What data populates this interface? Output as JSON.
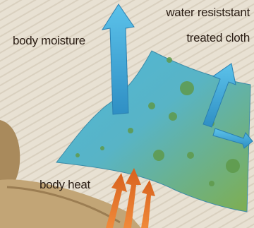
{
  "diagram": {
    "labels": {
      "body_moisture": "body moisture",
      "water_resistant_line1": "water resiststant",
      "treated_cloth_line2": "treated cloth",
      "body_heat": "body heat"
    },
    "colors": {
      "background": "#e7e0d2",
      "cloth_light": "#4fb7d9",
      "cloth_dark": "#7fae4f",
      "arrow_blue": "#3aa6d8",
      "arrow_orange": "#e0732a",
      "figure_tan": "#b89a6e",
      "text": "#2a1d14"
    },
    "icons": [
      "cloth-panel",
      "moisture-arrow",
      "heat-arrow",
      "person-figure"
    ]
  }
}
